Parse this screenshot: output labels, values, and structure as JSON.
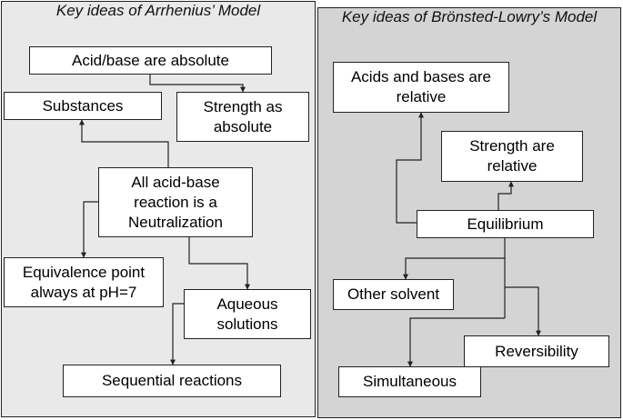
{
  "panels": {
    "arrhenius": {
      "title": "Key ideas of Arrhenius’ Model"
    },
    "bronsted": {
      "title": "Key ideas of Brönsted-Lowry’s Model"
    }
  },
  "nodes": {
    "acid_base_absolute": "Acid/base are absolute",
    "substances": "Substances",
    "strength_absolute": "Strength as\nabsolute",
    "neutralization": "All acid-base\nreaction is a\nNeutralization",
    "equivalence_point": "Equivalence point\nalways at pH=7",
    "aqueous_solutions": "Aqueous\nsolutions",
    "sequential_reactions": "Sequential reactions",
    "acids_bases_relative": "Acids and bases are\nrelative",
    "strength_relative": "Strength are\nrelative",
    "equilibrium": "Equilibrium",
    "other_solvent": "Other solvent",
    "reversibility": "Reversibility",
    "simultaneous": "Simultaneous"
  },
  "colors": {
    "line": "#222222",
    "left_bg": "#e9e9e9",
    "right_bg": "#d4d4d4",
    "node_bg": "#ffffff"
  }
}
